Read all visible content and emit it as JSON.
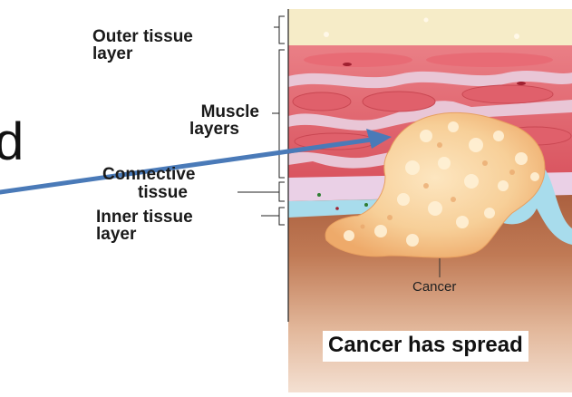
{
  "labels": {
    "outer_tissue_line1": "Outer tissue",
    "outer_tissue_line2": "layer",
    "muscle_line1": "Muscle",
    "muscle_line2": "layers",
    "connective_line1": "Connective",
    "connective_line2": "tissue",
    "inner_tissue_line1": "Inner tissue",
    "inner_tissue_line2": "layer",
    "cancer": "Cancer"
  },
  "caption": "Cancer has spread",
  "partial_text": "d",
  "colors": {
    "outer_layer": "#f6ecc8",
    "muscle": "#e8707a",
    "connective": "#e8c8e0",
    "inner_layer": "#a8dcec",
    "tumor": "#f5c890",
    "deep_tissue": "#b8704c",
    "arrow": "#4a7ab8"
  }
}
